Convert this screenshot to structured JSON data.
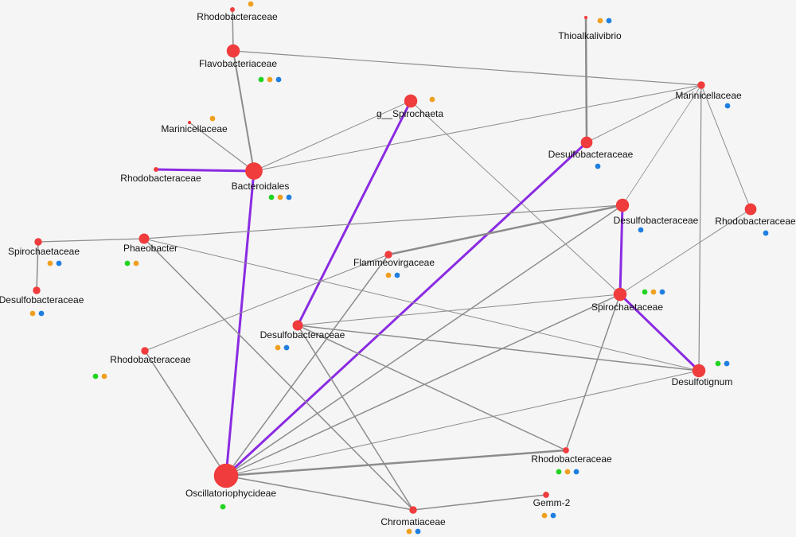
{
  "colors": {
    "background": "#f5f5f5",
    "node": "#f03c3c",
    "edge": "#8c8c8c",
    "edge_highlight": "#8a2be2",
    "dot_green": "#22d422",
    "dot_orange": "#f0a020",
    "dot_blue": "#1e7fe0"
  },
  "nodes": [
    {
      "id": "rhodo_top",
      "label": "Rhodobacteraceae",
      "size": 2,
      "dots": [
        "orange"
      ]
    },
    {
      "id": "flavo",
      "label": "Flavobacteriaceae",
      "size": 8,
      "dots": [
        "green",
        "orange",
        "blue"
      ]
    },
    {
      "id": "marini_left",
      "label": "Marinicellaceae",
      "size": 1,
      "dots": [
        "orange"
      ]
    },
    {
      "id": "rhodo_left",
      "label": "Rhodobacteraceae",
      "size": 2,
      "dots": []
    },
    {
      "id": "bacteroidales",
      "label": "Bacteroidales",
      "size": 11,
      "dots": [
        "green",
        "orange",
        "blue"
      ]
    },
    {
      "id": "spirochaeta",
      "label": "g__Spirochaeta",
      "size": 8,
      "dots": [
        "orange"
      ]
    },
    {
      "id": "thioalk",
      "label": "Thioalkalivibrio",
      "size": 1,
      "dots": [
        "orange",
        "blue"
      ]
    },
    {
      "id": "marini_right",
      "label": "Marinicellaceae",
      "size": 4,
      "dots": [
        "blue"
      ]
    },
    {
      "id": "desulfobac_top",
      "label": "Desulfobacteraceae",
      "size": 7,
      "dots": [
        "blue"
      ]
    },
    {
      "id": "desulfobac_mid",
      "label": "Desulfobacteraceae",
      "size": 8,
      "dots": [
        "blue"
      ]
    },
    {
      "id": "rhodo_right",
      "label": "Rhodobacteraceae",
      "size": 7,
      "dots": [
        "blue"
      ]
    },
    {
      "id": "spiroch_left",
      "label": "Spirochaetaceae",
      "size": 4,
      "dots": [
        "orange",
        "blue"
      ]
    },
    {
      "id": "desulfobac_left",
      "label": "Desulfobacteraceae",
      "size": 4,
      "dots": [
        "orange",
        "blue"
      ]
    },
    {
      "id": "phaeobacter",
      "label": "Phaeobacter",
      "size": 6,
      "dots": [
        "green",
        "orange"
      ]
    },
    {
      "id": "flammeo",
      "label": "Flammeovirgaceae",
      "size": 4,
      "dots": [
        "orange",
        "blue"
      ]
    },
    {
      "id": "spiroch_right",
      "label": "Spirochaetaceae",
      "size": 8,
      "dots": [
        "green",
        "orange",
        "blue"
      ]
    },
    {
      "id": "desulfobac_center",
      "label": "Desulfobacteraceae",
      "size": 6,
      "dots": [
        "orange",
        "blue"
      ]
    },
    {
      "id": "rhodo_mid",
      "label": "Rhodobacteraceae",
      "size": 4,
      "dots": [
        "green",
        "orange"
      ]
    },
    {
      "id": "desulfotignum",
      "label": "Desulfotignum",
      "size": 8,
      "dots": [
        "green",
        "blue"
      ]
    },
    {
      "id": "oscill",
      "label": "Oscillatoriophycideae",
      "size": 16,
      "dots": [
        "green"
      ]
    },
    {
      "id": "rhodo_bottom",
      "label": "Rhodobacteraceae",
      "size": 3,
      "dots": [
        "green",
        "orange",
        "blue"
      ]
    },
    {
      "id": "gemm",
      "label": "Gemm-2",
      "size": 3,
      "dots": [
        "orange",
        "blue"
      ]
    },
    {
      "id": "chromat",
      "label": "Chromatiaceae",
      "size": 4,
      "dots": [
        "orange",
        "blue"
      ]
    }
  ],
  "edges": [
    {
      "source": "rhodo_top",
      "target": "flavo",
      "weight": 1.5,
      "highlight": false
    },
    {
      "source": "flavo",
      "target": "bacteroidales",
      "weight": 2,
      "highlight": false
    },
    {
      "source": "flavo",
      "target": "marini_right",
      "weight": 1.2,
      "highlight": false
    },
    {
      "source": "marini_left",
      "target": "bacteroidales",
      "weight": 1.2,
      "highlight": false
    },
    {
      "source": "rhodo_left",
      "target": "bacteroidales",
      "weight": 3,
      "highlight": true
    },
    {
      "source": "bacteroidales",
      "target": "spirochaeta",
      "weight": 1,
      "highlight": false
    },
    {
      "source": "bacteroidales",
      "target": "marini_right",
      "weight": 1,
      "highlight": false
    },
    {
      "source": "bacteroidales",
      "target": "oscill",
      "weight": 3,
      "highlight": true
    },
    {
      "source": "spirochaeta",
      "target": "desulfobac_center",
      "weight": 3,
      "highlight": true
    },
    {
      "source": "spirochaeta",
      "target": "spiroch_right",
      "weight": 1,
      "highlight": false
    },
    {
      "source": "thioalk",
      "target": "desulfobac_top",
      "weight": 2.5,
      "highlight": false
    },
    {
      "source": "marini_right",
      "target": "desulfobac_top",
      "weight": 1,
      "highlight": false
    },
    {
      "source": "marini_right",
      "target": "desulfobac_mid",
      "weight": 0.8,
      "highlight": false
    },
    {
      "source": "marini_right",
      "target": "rhodo_right",
      "weight": 1,
      "highlight": false
    },
    {
      "source": "marini_right",
      "target": "desulfotignum",
      "weight": 1.2,
      "highlight": false
    },
    {
      "source": "desulfobac_top",
      "target": "oscill",
      "weight": 3,
      "highlight": true
    },
    {
      "source": "desulfobac_mid",
      "target": "spiroch_right",
      "weight": 3,
      "highlight": true
    },
    {
      "source": "desulfobac_mid",
      "target": "phaeobacter",
      "weight": 1.2,
      "highlight": false
    },
    {
      "source": "desulfobac_mid",
      "target": "flammeo",
      "weight": 2.5,
      "highlight": false
    },
    {
      "source": "desulfobac_mid",
      "target": "oscill",
      "weight": 1.5,
      "highlight": false
    },
    {
      "source": "rhodo_right",
      "target": "spiroch_right",
      "weight": 1,
      "highlight": false
    },
    {
      "source": "spiroch_left",
      "target": "desulfobac_left",
      "weight": 1.5,
      "highlight": false
    },
    {
      "source": "spiroch_left",
      "target": "phaeobacter",
      "weight": 1.2,
      "highlight": false
    },
    {
      "source": "phaeobacter",
      "target": "chromat",
      "weight": 1.5,
      "highlight": false
    },
    {
      "source": "phaeobacter",
      "target": "desulfotignum",
      "weight": 1,
      "highlight": false
    },
    {
      "source": "flammeo",
      "target": "rhodo_mid",
      "weight": 1,
      "highlight": false
    },
    {
      "source": "flammeo",
      "target": "oscill",
      "weight": 1.5,
      "highlight": false
    },
    {
      "source": "spiroch_right",
      "target": "desulfotignum",
      "weight": 3,
      "highlight": true
    },
    {
      "source": "spiroch_right",
      "target": "oscill",
      "weight": 1.5,
      "highlight": false
    },
    {
      "source": "spiroch_right",
      "target": "rhodo_bottom",
      "weight": 1.5,
      "highlight": false
    },
    {
      "source": "desulfobac_center",
      "target": "desulfotignum",
      "weight": 1.5,
      "highlight": false
    },
    {
      "source": "desulfobac_center",
      "target": "rhodo_bottom",
      "weight": 1.5,
      "highlight": false
    },
    {
      "source": "desulfobac_center",
      "target": "chromat",
      "weight": 1.5,
      "highlight": false
    },
    {
      "source": "desulfobac_center",
      "target": "spiroch_right",
      "weight": 1,
      "highlight": false
    },
    {
      "source": "desulfotignum",
      "target": "oscill",
      "weight": 1,
      "highlight": false
    },
    {
      "source": "rhodo_mid",
      "target": "oscill",
      "weight": 1.5,
      "highlight": false
    },
    {
      "source": "oscill",
      "target": "rhodo_bottom",
      "weight": 2.5,
      "highlight": false
    },
    {
      "source": "oscill",
      "target": "chromat",
      "weight": 1.5,
      "highlight": false
    },
    {
      "source": "chromat",
      "target": "gemm",
      "weight": 1.5,
      "highlight": false
    }
  ]
}
